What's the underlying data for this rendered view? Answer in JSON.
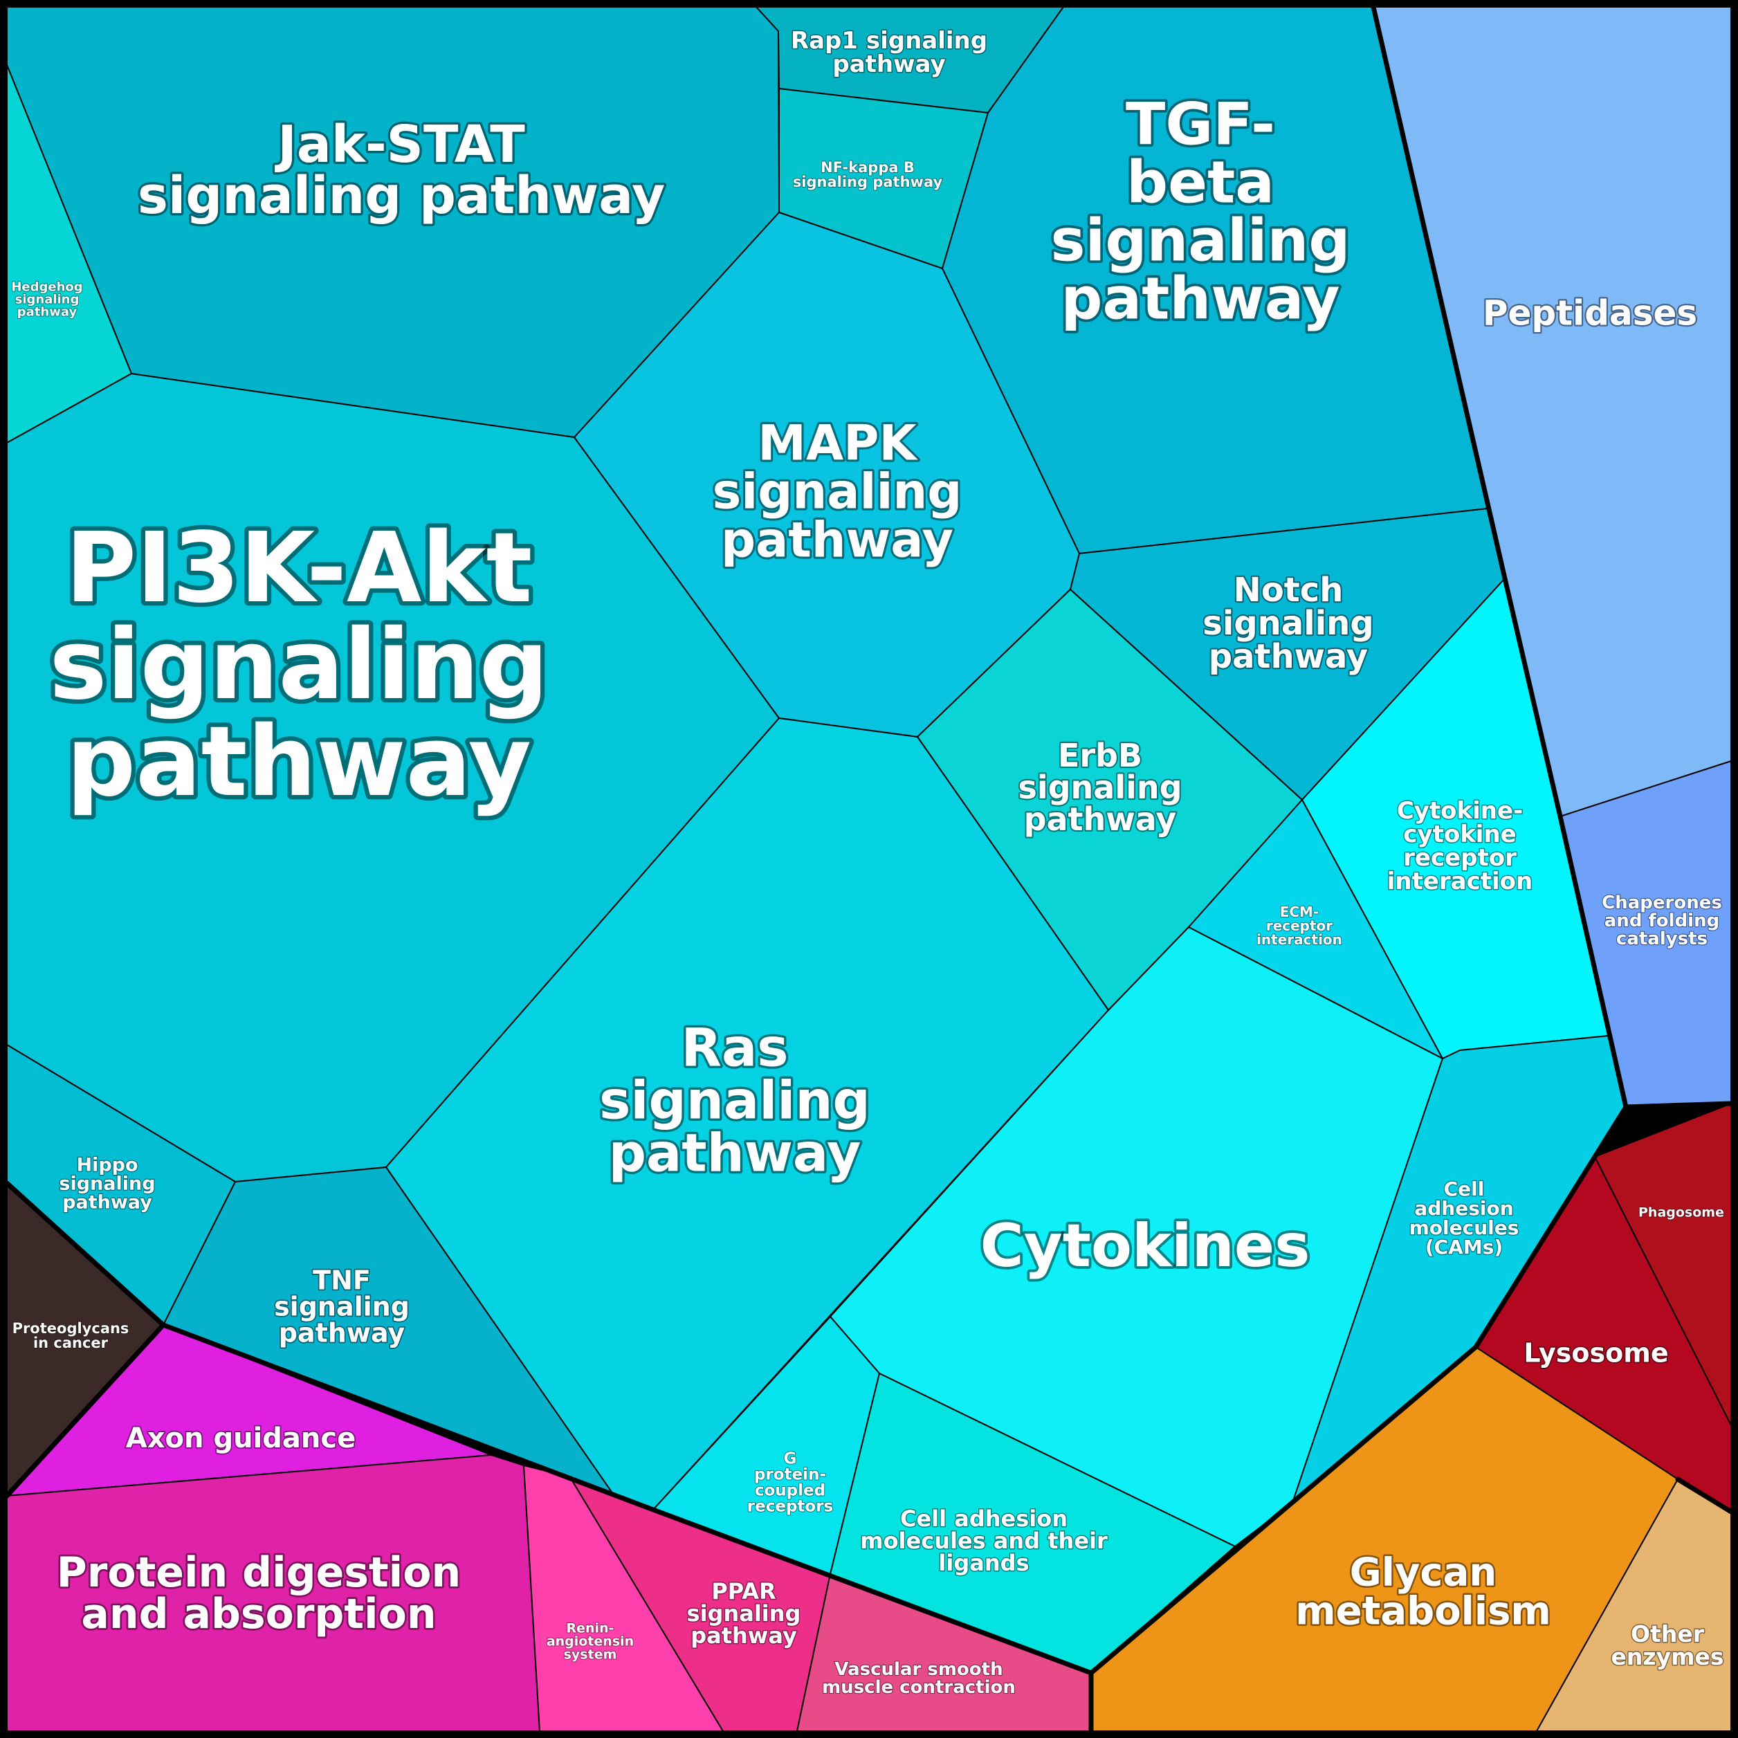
{
  "cells": [
    {
      "id": "jak-stat",
      "label": [
        "Jak-STAT",
        "signaling pathway"
      ],
      "color": "#03b3ca"
    },
    {
      "id": "rap1",
      "label": [
        "Rap1 signaling",
        "pathway"
      ],
      "color": "#05b2c2"
    },
    {
      "id": "nf-kappa-b",
      "label": [
        "NF-kappa B",
        "signaling pathway"
      ],
      "color": "#05c3cc"
    },
    {
      "id": "tgf-beta",
      "label": [
        "TGF-",
        "beta",
        "signaling",
        "pathway"
      ],
      "color": "#04b6d3"
    },
    {
      "id": "hedgehog",
      "label": [
        "Hedgehog",
        "signaling",
        "pathway"
      ],
      "color": "#05d5d5"
    },
    {
      "id": "pi3k-akt",
      "label": [
        "PI3K-Akt",
        "signaling",
        "pathway"
      ],
      "color": "#03c6d8"
    },
    {
      "id": "mapk",
      "label": [
        "MAPK",
        "signaling",
        "pathway"
      ],
      "color": "#08c4e0"
    },
    {
      "id": "notch",
      "label": [
        "Notch",
        "signaling",
        "pathway"
      ],
      "color": "#04b8d5"
    },
    {
      "id": "erbb",
      "label": [
        "ErbB",
        "signaling",
        "pathway"
      ],
      "color": "#0ad4d6"
    },
    {
      "id": "ras",
      "label": [
        "Ras",
        "signaling",
        "pathway"
      ],
      "color": "#05d2e2"
    },
    {
      "id": "hippo",
      "label": [
        "Hippo",
        "signaling",
        "pathway"
      ],
      "color": "#03bdd2"
    },
    {
      "id": "tnf",
      "label": [
        "TNF",
        "signaling",
        "pathway"
      ],
      "color": "#06b1cc"
    },
    {
      "id": "proteoglycans",
      "label": [
        "Proteoglycans",
        "in cancer"
      ],
      "color": "#3b2a28"
    },
    {
      "id": "cytokine-receptor",
      "label": [
        "Cytokine-",
        "cytokine",
        "receptor",
        "interaction"
      ],
      "color": "#00f5fd"
    },
    {
      "id": "ecm-receptor",
      "label": [
        "ECM-",
        "receptor",
        "interaction"
      ],
      "color": "#04d7ec"
    },
    {
      "id": "cytokines",
      "label": [
        "Cytokines"
      ],
      "color": "#0df0f7"
    },
    {
      "id": "cams",
      "label": [
        "Cell",
        "adhesion",
        "molecules",
        "(CAMs)"
      ],
      "color": "#05cfe4"
    },
    {
      "id": "gpcr",
      "label": [
        "G",
        "protein-",
        "coupled",
        "receptors"
      ],
      "color": "#04e3ee"
    },
    {
      "id": "cell-adhesion-ligands",
      "label": [
        "Cell adhesion",
        "molecules and their",
        "ligands"
      ],
      "color": "#03e3df"
    },
    {
      "id": "peptidases",
      "label": [
        "Peptidases"
      ],
      "color": "#80b9f7"
    },
    {
      "id": "chaperones",
      "label": [
        "Chaperones",
        "and folding",
        "catalysts"
      ],
      "color": "#6fa0fa"
    },
    {
      "id": "phagosome",
      "label": [
        "Phagosome"
      ],
      "color": "#b0101c"
    },
    {
      "id": "lysosome",
      "label": [
        "Lysosome"
      ],
      "color": "#b30820"
    },
    {
      "id": "glycan",
      "label": [
        "Glycan",
        "metabolism"
      ],
      "color": "#ee9517"
    },
    {
      "id": "other-enzymes",
      "label": [
        "Other",
        "enzymes"
      ],
      "color": "#e5b571"
    },
    {
      "id": "axon-guidance",
      "label": [
        "Axon guidance"
      ],
      "color": "#e020e0"
    },
    {
      "id": "protein-digestion",
      "label": [
        "Protein digestion",
        "and absorption"
      ],
      "color": "#e022a8"
    },
    {
      "id": "renin",
      "label": [
        "Renin-",
        "angiotensin",
        "system"
      ],
      "color": "#ff40ac"
    },
    {
      "id": "ppar",
      "label": [
        "PPAR",
        "signaling",
        "pathway"
      ],
      "color": "#ee2f8a"
    },
    {
      "id": "vascular",
      "label": [
        "Vascular smooth",
        "muscle contraction"
      ],
      "color": "#e84c88"
    }
  ]
}
